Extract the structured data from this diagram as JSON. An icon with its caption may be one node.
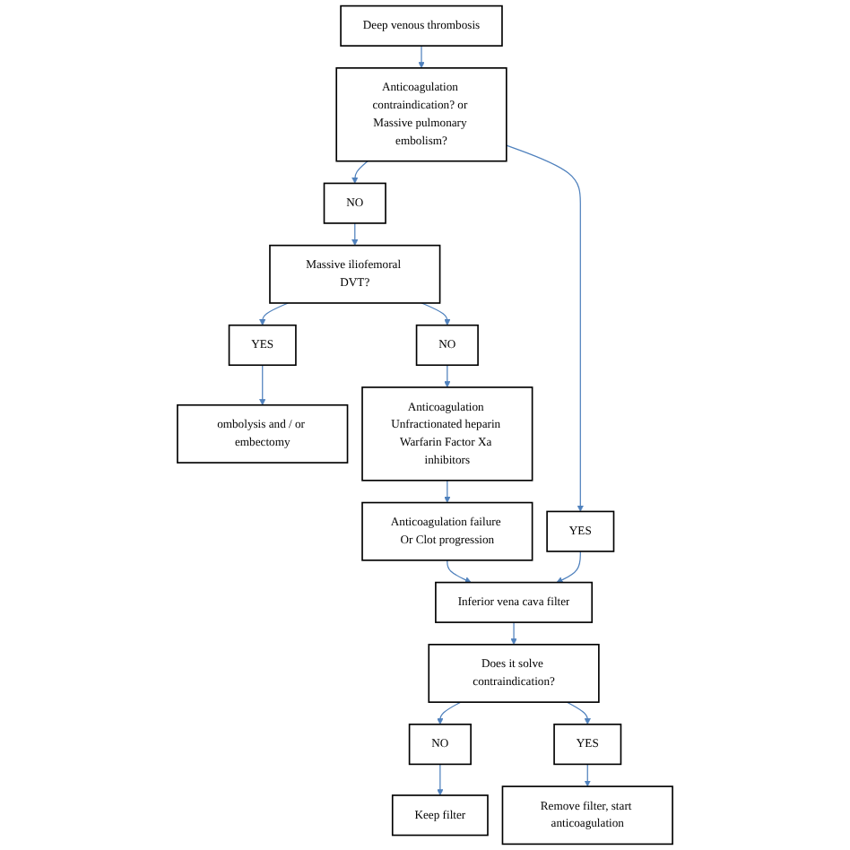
{
  "diagram": {
    "nodes": [
      {
        "text": [
          "Deep venous thrombosis"
        ]
      },
      {
        "text": [
          "Anticoagulation contraindication? or Massive pulmonary embolism?"
        ]
      },
      {
        "text": [
          "NO"
        ]
      },
      {
        "text": [
          "YES"
        ]
      },
      {
        "text": [
          "Massive iliofemoral DVT?"
        ]
      },
      {
        "text": [
          "Inferior vena cava filter"
        ]
      },
      {
        "text": [
          "YES"
        ]
      },
      {
        "text": [
          "NO"
        ]
      },
      {
        "text": [
          "ombolysis and / or embectomy"
        ]
      },
      {
        "text": [
          "Anticoagulation Unfractionated heparin Warfarin Factor Xa inhibitors"
        ]
      },
      {
        "text": [
          "Anticoagulation failure Or Clot progression"
        ]
      },
      {
        "text": [
          "Does it solve contraindication?"
        ]
      },
      {
        "text": [
          "NO"
        ]
      },
      {
        "text": [
          "YES"
        ]
      },
      {
        "text": [
          "Keep filter"
        ]
      },
      {
        "text": [
          "Remove filter, start anticoagulation"
        ]
      }
    ],
    "edges": [
      {
        "from": 0,
        "to": 1,
        "arrow": "to"
      },
      {
        "from": 1,
        "to": 2,
        "arrow": "to"
      },
      {
        "from": 1,
        "to": 3,
        "arrow": "to"
      },
      {
        "from": 2,
        "to": 4,
        "arrow": "to"
      },
      {
        "from": 3,
        "to": 5,
        "arrow": "to"
      },
      {
        "from": 4,
        "to": 6,
        "arrow": "to"
      },
      {
        "from": 4,
        "to": 7,
        "arrow": "to"
      },
      {
        "from": 6,
        "to": 8,
        "arrow": "to"
      },
      {
        "from": 7,
        "to": 9,
        "arrow": "to"
      },
      {
        "from": 9,
        "to": 10,
        "arrow": "to"
      },
      {
        "from": 10,
        "to": 5,
        "arrow": "to"
      },
      {
        "from": 5,
        "to": 11,
        "arrow": "to"
      },
      {
        "from": 11,
        "to": 12,
        "arrow": "to"
      },
      {
        "from": 11,
        "to": 13,
        "arrow": "to"
      },
      {
        "from": 12,
        "to": 14,
        "arrow": "to"
      },
      {
        "from": 13,
        "to": 15,
        "arrow": "to"
      }
    ]
  }
}
